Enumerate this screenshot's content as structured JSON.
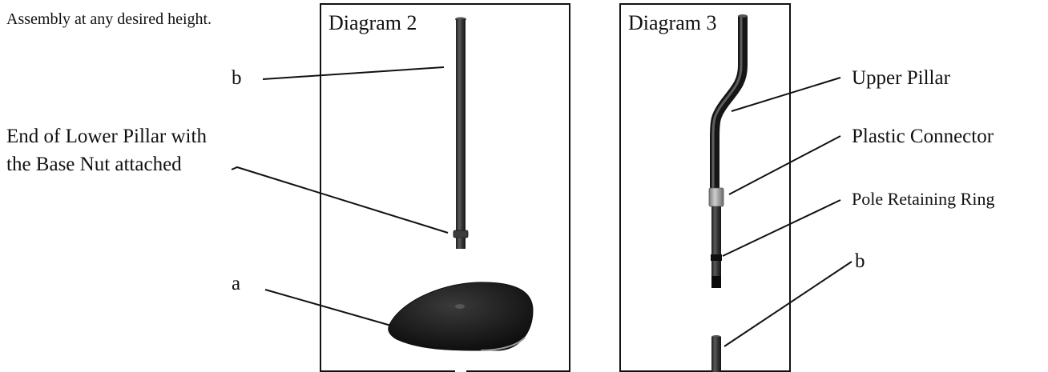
{
  "intro_text": "Assembly at any desired height.",
  "diagram2": {
    "title": "Diagram 2",
    "label_b": "b",
    "label_end_line1": "End of Lower Pillar with",
    "label_end_line2": "the Base Nut attached",
    "label_a": "a"
  },
  "diagram3": {
    "title": "Diagram 3",
    "label_upper_pillar": "Upper Pillar",
    "label_plastic_connector": "Plastic Connector",
    "label_pole_retaining_ring": "Pole Retaining Ring",
    "label_b": "b"
  }
}
